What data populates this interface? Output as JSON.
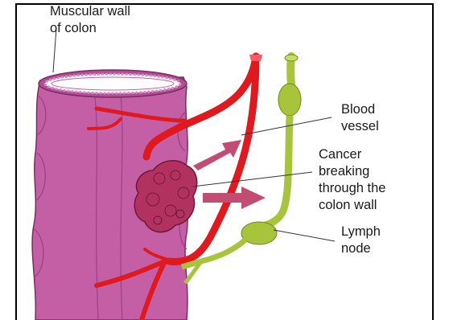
{
  "labels": {
    "muscular_wall": "Muscular wall\nof colon",
    "blood_vessel": "Blood\nvessel",
    "cancer": "Cancer\nbreaking\nthrough the\ncolon wall",
    "lymph_node": "Lymph\nnode"
  },
  "colors": {
    "colon": "#c45fa6",
    "colon_dark": "#8e3a78",
    "blood_vessel": "#e0191f",
    "lymph": "#a7c43a",
    "tumor": "#b2325f",
    "arrow": "#c24c72"
  }
}
